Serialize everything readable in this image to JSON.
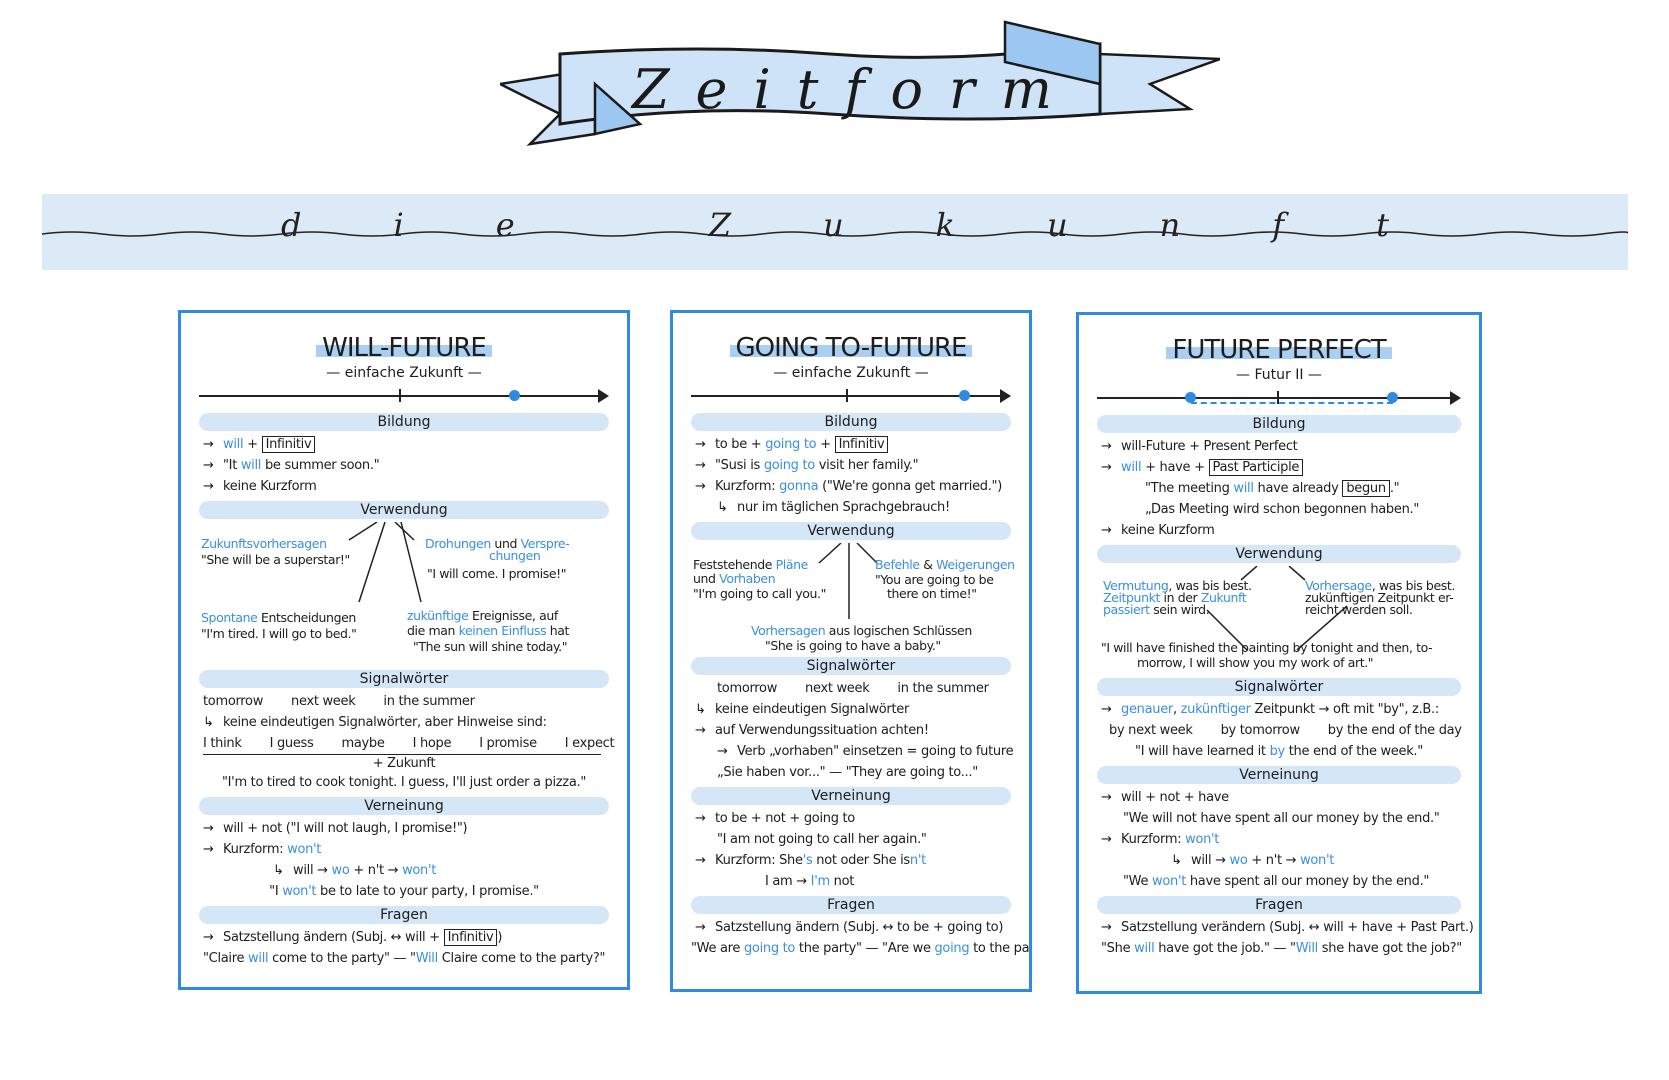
{
  "title": "Zeitform",
  "subtitle": "die Zukunft",
  "colors": {
    "accent": "#2f8ae0",
    "highlight": "#d5e6f7",
    "banner": "#cfe3f8"
  },
  "will": {
    "title": "WILL-FUTURE",
    "sub": "— einfache Zukunft —",
    "bildung": {
      "label": "Bildung",
      "r1_will": "will",
      "r1_plus": "+",
      "r1_inf": "Infinitiv",
      "r2_a": "\"It ",
      "r2_will": "will",
      "r2_b": " be summer soon.\"",
      "r3": "keine Kurzform"
    },
    "verwendung": {
      "label": "Verwendung",
      "a_blue": "Zukunftsvorhersagen",
      "a_ex": "\"She will be a superstar!\"",
      "b_blue1": "Drohungen",
      "b_und": " und ",
      "b_blue2": "Verspre-",
      "b_blue3": "chungen",
      "b_ex": "\"I will come. I promise!\"",
      "c_blue": "Spontane",
      "c_rest": " Entscheidungen",
      "c_ex": "\"I'm tired. I will go to bed.\"",
      "d_blue": "zukünftige",
      "d_rest1": " Ereignisse, auf",
      "d_a": "die man ",
      "d_blue2": "keinen Einfluss",
      "d_b": " hat",
      "d_ex": "\"The sun will shine today.\""
    },
    "signal": {
      "label": "Signalwörter",
      "w1": "tomorrow",
      "w2": "next week",
      "w3": "in the summer",
      "hint": "keine eindeutigen Signalwörter, aber Hinweise sind:",
      "h1": "I think",
      "h2": "I guess",
      "h3": "maybe",
      "h4": "I hope",
      "h5": "I promise",
      "h6": "I expect",
      "plus": "+ Zukunft",
      "ex": "\"I'm to tired to cook tonight. I guess, I'll just order a pizza.\""
    },
    "verneinung": {
      "label": "Verneinung",
      "r1": "will + not (\"I will not laugh, I promise!\")",
      "r2_a": "Kurzform: ",
      "r2_b": "won't",
      "r3_a": "will → ",
      "r3_wo": "wo",
      "r3_b": " + n't → ",
      "r3_won": "won't",
      "r4_a": "\"I ",
      "r4_won": "won't",
      "r4_b": " be to late to your party, I promise.\""
    },
    "fragen": {
      "label": "Fragen",
      "r1_a": "Satzstellung ändern (Subj. ↔ will + ",
      "r1_inf": "Infinitiv",
      "r1_b": ")",
      "r2_a": "\"Claire ",
      "r2_will": "will",
      "r2_b": " come to the party\" — \"",
      "r2_will2": "Will",
      "r2_c": " Claire come to the party?\""
    }
  },
  "going": {
    "title": "GOING TO-FUTURE",
    "sub": "— einfache Zukunft —",
    "bildung": {
      "label": "Bildung",
      "r1_a": "to be + ",
      "r1_blue": "going to",
      "r1_plus": " + ",
      "r1_inf": "Infinitiv",
      "r2_a": "\"Susi is ",
      "r2_blue": "going to",
      "r2_b": " visit her family.\"",
      "r3_a": "Kurzform: ",
      "r3_blue": "gonna",
      "r3_b": " (\"We're gonna get married.\")",
      "r4": "nur im täglichen Sprachgebrauch!"
    },
    "verwendung": {
      "label": "Verwendung",
      "a1": "Feststehende ",
      "a_blue1": "Pläne",
      "a2": "und ",
      "a_blue2": "Vorhaben",
      "a_ex": "\"I'm going to call you.\"",
      "b_blue1": "Befehle",
      "b_amp": " & ",
      "b_blue2": "Weigerungen",
      "b_ex1": "\"You are going to be",
      "b_ex2": "there on time!\"",
      "c_blue": "Vorhersagen",
      "c_rest": " aus logischen Schlüssen",
      "c_ex": "\"She is going to have a baby.\""
    },
    "signal": {
      "label": "Signalwörter",
      "w1": "tomorrow",
      "w2": "next week",
      "w3": "in the summer",
      "r2": "keine eindeutigen Signalwörter",
      "r3": "auf Verwendungssituation achten!",
      "r4": "Verb „vorhaben\" einsetzen = going to future",
      "r5": "„Sie haben vor...\" — \"They are going to...\""
    },
    "verneinung": {
      "label": "Verneinung",
      "r1": "to be + not + going to",
      "r2": "\"I am not going to call her again.\"",
      "r3_a": "Kurzform: She",
      "r3_blue1": "'s",
      "r3_b": " not oder She is",
      "r3_blue2": "n't",
      "r4_a": "I am ",
      "r4_blue": "I'm",
      "r4_b": " not"
    },
    "fragen": {
      "label": "Fragen",
      "r1": "Satzstellung ändern (Subj. ↔ to be + going to)",
      "r2_a": "\"We are ",
      "r2_blue": "going to",
      "r2_b": " the party\" — \"Are we ",
      "r2_blue2": "going",
      "r2_c": " to the party?\""
    }
  },
  "perfect": {
    "title": "FUTURE PERFECT",
    "sub": "— Futur II —",
    "bildung": {
      "label": "Bildung",
      "r1": "will-Future + Present Perfect",
      "r2_will": "will",
      "r2_a": " + have + ",
      "r2_box": "Past Participle",
      "r3_a": "\"The meeting ",
      "r3_will": "will",
      "r3_b": " have already ",
      "r3_box": "begun",
      "r3_c": ".\"",
      "r4": "„Das Meeting wird schon begonnen haben.\"",
      "r5": "keine Kurzform"
    },
    "verwendung": {
      "label": "Verwendung",
      "a_blue1": "Vermutung",
      "a1": ", was bis best.",
      "a_blue2": "Zeitpunkt",
      "a2": " in der ",
      "a_blue3": "Zukunft",
      "a_blue4": "passiert",
      "a3": " sein wird.",
      "b_blue": "Vorhersage",
      "b1": ", was bis best.",
      "b2": "zukünftigen Zeitpunkt er-",
      "b3": "reicht werden soll.",
      "ex1": "\"I will have finished the painting by tonight and then, to-",
      "ex2": "morrow, I will show you my work of art.\""
    },
    "signal": {
      "label": "Signalwörter",
      "r1_blue1": "genauer",
      "r1_a": ", ",
      "r1_blue2": "zukünftiger",
      "r1_b": " Zeitpunkt → oft mit \"by\", z.B.:",
      "w1": "by next week",
      "w2": "by tomorrow",
      "w3": "by the end of the day",
      "ex_a": "\"I will have learned it ",
      "ex_blue": "by",
      "ex_b": " the end of the week.\""
    },
    "verneinung": {
      "label": "Verneinung",
      "r1": "will + not + have",
      "r2": "\"We will not have spent all our money by the end.\"",
      "r3_a": "Kurzform: ",
      "r3_blue": "won't",
      "r4_a": "will → ",
      "r4_wo": "wo",
      "r4_b": " + n't → ",
      "r4_won": "won't",
      "r5_a": "\"We ",
      "r5_won": "won't",
      "r5_b": " have spent all our money by the end.\""
    },
    "fragen": {
      "label": "Fragen",
      "r1": "Satzstellung verändern (Subj. ↔ will + have + Past Part.)",
      "r2_a": "\"She ",
      "r2_will": "will",
      "r2_b": " have got the job.\" — \"",
      "r2_will2": "Will",
      "r2_c": " she have got the job?\""
    }
  }
}
